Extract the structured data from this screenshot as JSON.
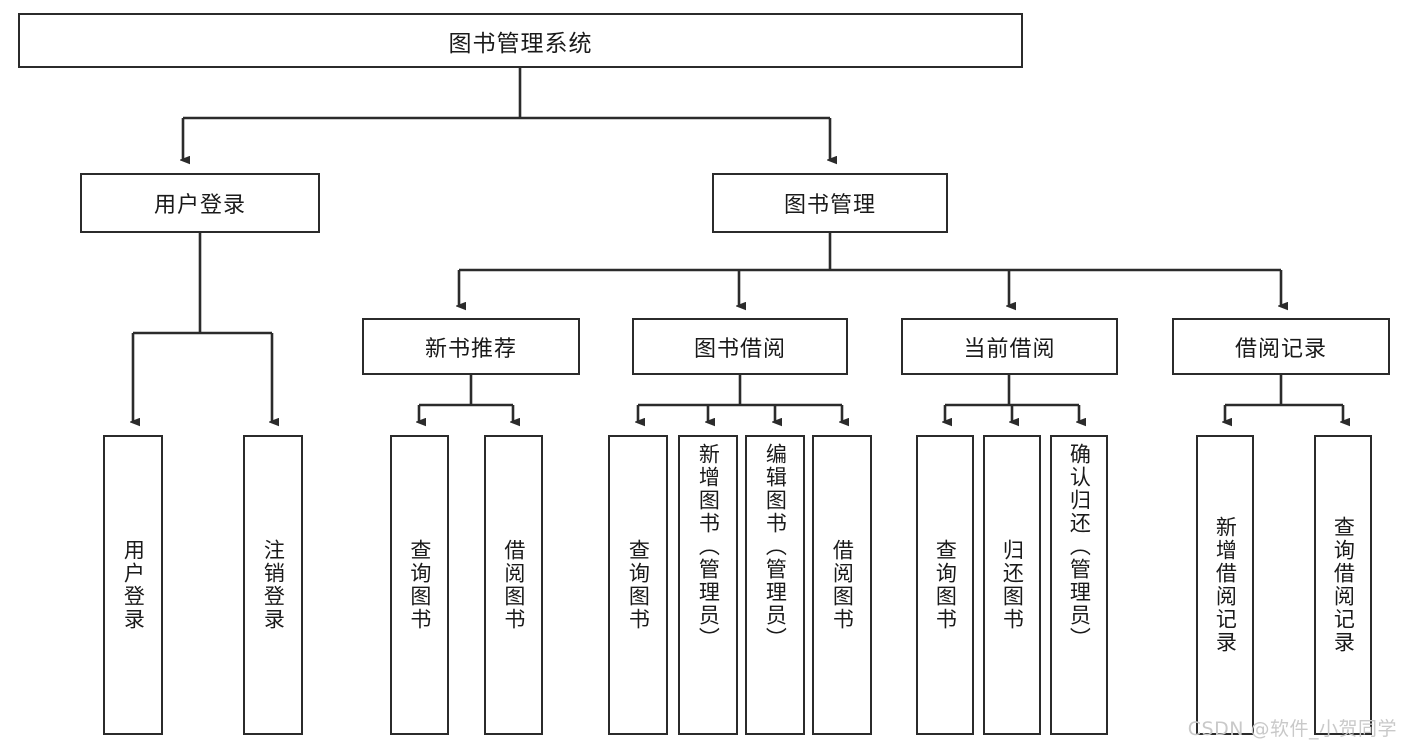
{
  "diagram": {
    "type": "hierarchy-tree",
    "title": "图书管理系统",
    "watermark": "CSDN @软件_小贺同学",
    "colors": {
      "box_border": "#2b2b2b",
      "box_fill": "#ffffff",
      "connector": "#2b2b2b",
      "text": "#1a1a1a",
      "watermark": "#c9c9c9"
    },
    "root": {
      "label": "图书管理系统"
    },
    "level2": [
      {
        "label": "用户登录"
      },
      {
        "label": "图书管理"
      }
    ],
    "level3": [
      {
        "label": "新书推荐"
      },
      {
        "label": "图书借阅"
      },
      {
        "label": "当前借阅"
      },
      {
        "label": "借阅记录"
      }
    ],
    "leaves": {
      "user_login": [
        {
          "label": "用户登录"
        },
        {
          "label": "注销登录"
        }
      ],
      "new_book_recommend": [
        {
          "label": "查询图书"
        },
        {
          "label": "借阅图书"
        }
      ],
      "book_borrow": [
        {
          "label": "查询图书"
        },
        {
          "label": "新增图书（管理员）"
        },
        {
          "label": "编辑图书（管理员）"
        },
        {
          "label": "借阅图书"
        }
      ],
      "current_borrow": [
        {
          "label": "查询图书"
        },
        {
          "label": "归还图书"
        },
        {
          "label": "确认归还（管理员）"
        }
      ],
      "borrow_record": [
        {
          "label": "新增借阅记录"
        },
        {
          "label": "查询借阅记录"
        }
      ]
    }
  }
}
